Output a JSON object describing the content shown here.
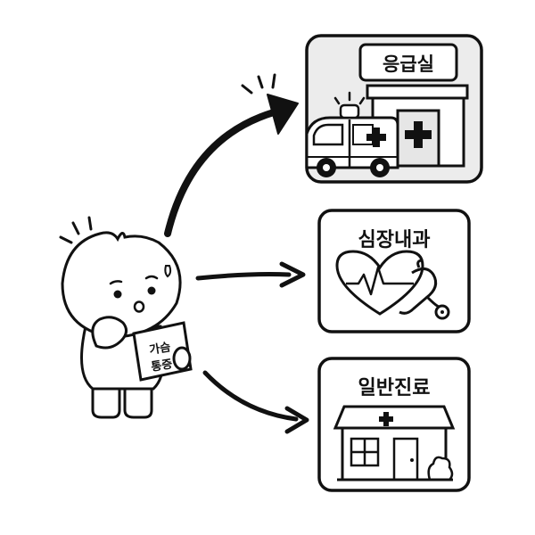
{
  "person": {
    "note": "가슴 통증",
    "note_line1": "가슴",
    "note_line2": "통증"
  },
  "destinations": [
    {
      "label": "응급실"
    },
    {
      "label": "심장내과"
    },
    {
      "label": "일반진료"
    }
  ],
  "colors": {
    "ink": "#111111",
    "card_fill": "#ececec",
    "white": "#ffffff"
  }
}
